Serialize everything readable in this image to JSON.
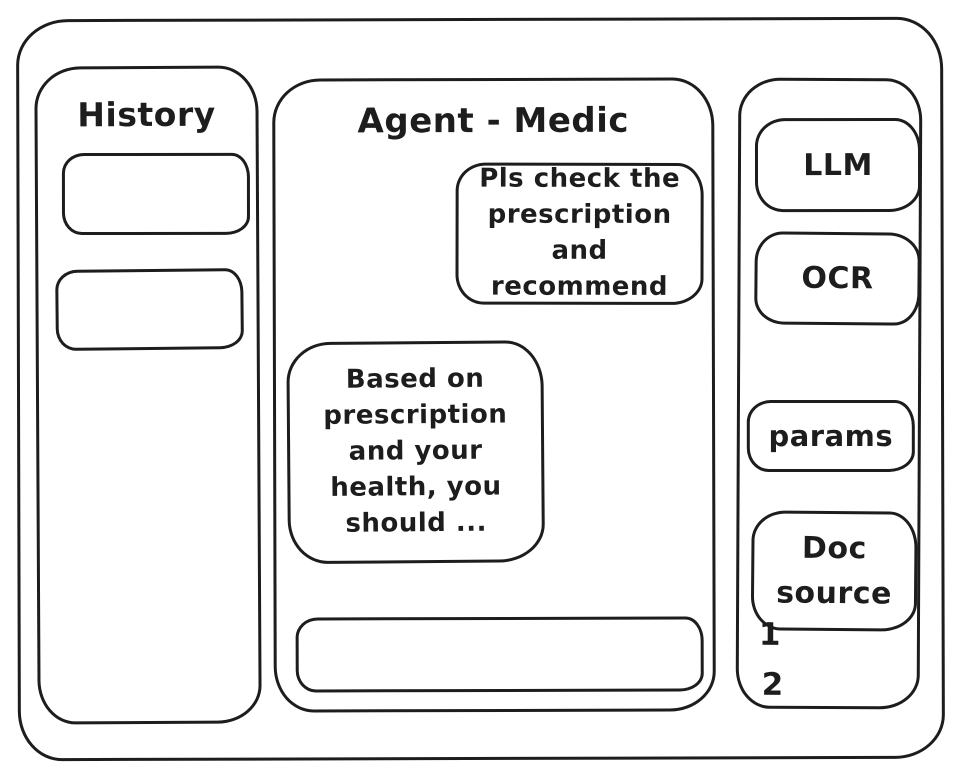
{
  "colors": {
    "ink": "#1d1d1d",
    "background": "#ffffff"
  },
  "history_panel": {
    "title": "History",
    "items": [
      {
        "label": ""
      },
      {
        "label": ""
      }
    ]
  },
  "chat_panel": {
    "title": "Agent - Medic",
    "messages": [
      {
        "role": "user",
        "text": "Pls check the prescription and recommend"
      },
      {
        "role": "assistant",
        "text": "Based on prescription and your health, you should ..."
      }
    ],
    "input": {
      "value": "",
      "placeholder": ""
    }
  },
  "tools_panel": {
    "buttons": [
      {
        "label": "LLM"
      },
      {
        "label": "OCR"
      },
      {
        "label": "params"
      },
      {
        "label": "Doc source"
      }
    ],
    "doc_items": [
      "1",
      "2"
    ]
  }
}
